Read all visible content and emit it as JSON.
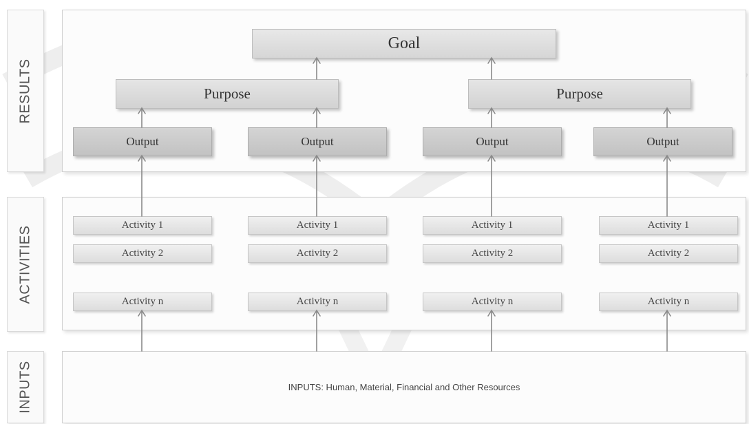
{
  "side_labels": {
    "results": "RESULTS",
    "activities": "ACTIVITIES",
    "inputs": "INPUTS"
  },
  "goal": "Goal",
  "purposes": [
    "Purpose",
    "Purpose"
  ],
  "outputs": [
    "Output",
    "Output",
    "Output",
    "Output"
  ],
  "activities": {
    "row1": [
      "Activity 1",
      "Activity 1",
      "Activity 1",
      "Activity 1"
    ],
    "row2": [
      "Activity 2",
      "Activity 2",
      "Activity 2",
      "Activity 2"
    ],
    "rown": [
      "Activity n",
      "Activity n",
      "Activity n",
      "Activity n"
    ]
  },
  "inputs_text": "INPUTS: Human, Material, Financial and Other Resources",
  "colors": {
    "box_fill": "#d9d9d9",
    "output_fill": "#c8c8c8",
    "border": "#bdbdbd",
    "arrow": "#8a8a8a"
  }
}
